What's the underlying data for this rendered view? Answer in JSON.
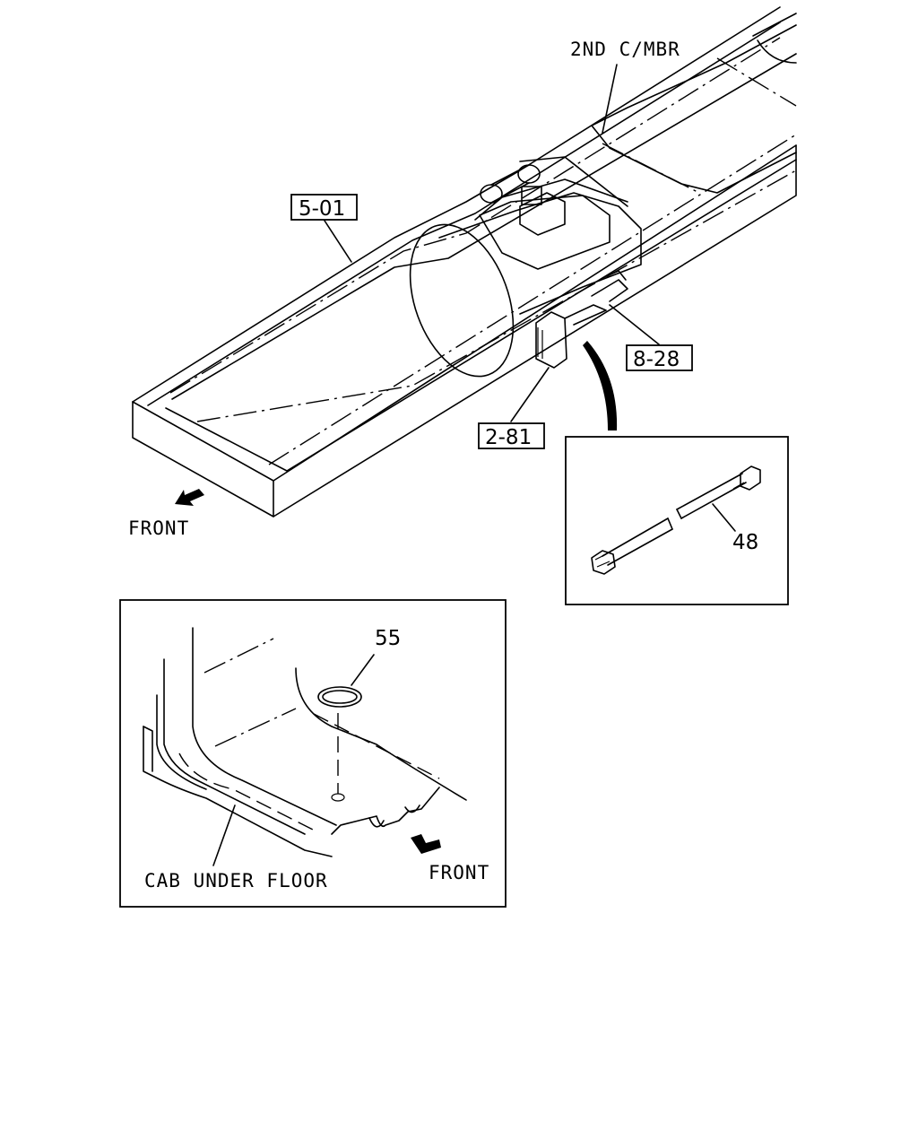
{
  "main_view": {
    "labels": {
      "second_crossmember": "2ND C/MBR",
      "ref_frame": "5-01",
      "ref_bracket": "2-81",
      "ref_hose": "8-28",
      "front": "FRONT"
    }
  },
  "hose_detail": {
    "part_number": "48"
  },
  "cab_detail": {
    "part_number": "55",
    "cab_under_floor": "CAB UNDER FLOOR",
    "front": "FRONT"
  }
}
